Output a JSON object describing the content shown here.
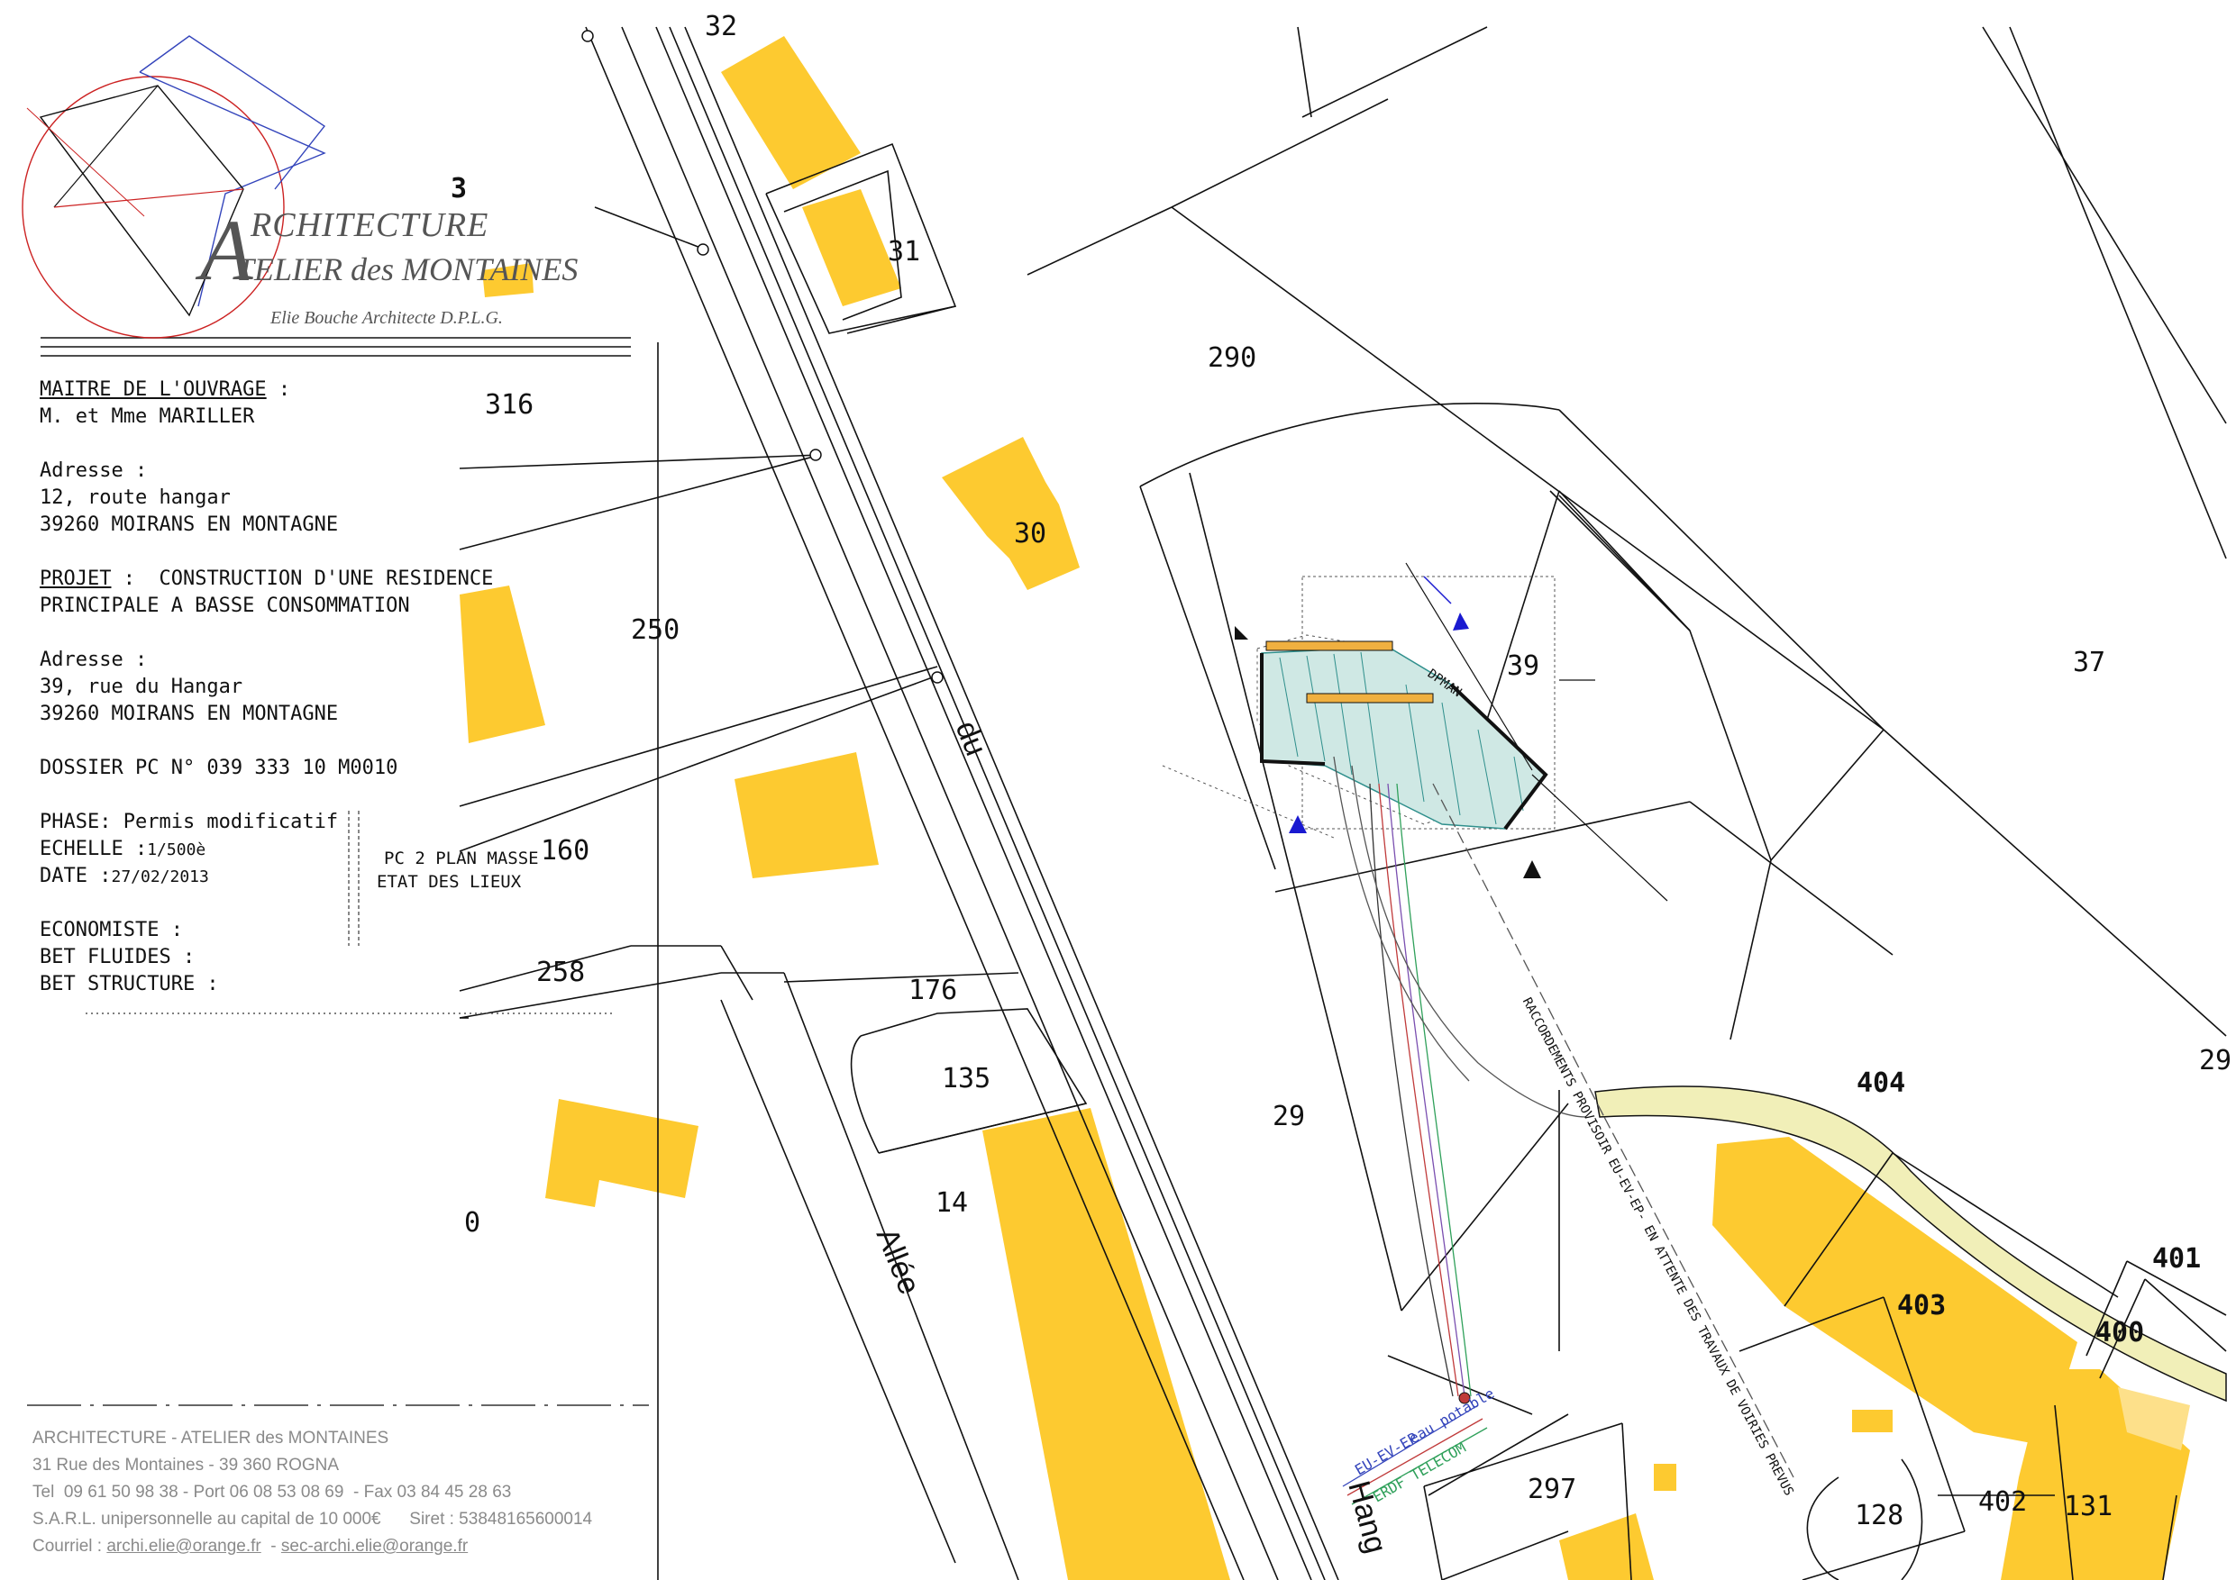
{
  "logo": {
    "line1": "RCHITECTURE",
    "letter": "A",
    "line2": "TELIER des MONTAINES",
    "subtitle": "Elie Bouche Architecte D.P.L.G."
  },
  "cartouche": {
    "maitre_label": "MAITRE DE L'OUVRAGE",
    "maitre_colon": " :",
    "maitre_value": "M. et Mme MARILLER",
    "adresse_label": "Adresse :",
    "adresse_line1": "12, route hangar",
    "adresse_line2": "39260 MOIRANS EN MONTAGNE",
    "projet_label": "PROJET",
    "projet_value1": " :  CONSTRUCTION D'UNE RESIDENCE",
    "projet_value2": "PRINCIPALE A BASSE CONSOMMATION",
    "adresse2_label": "Adresse :",
    "adresse2_line1": "39, rue du Hangar",
    "adresse2_line2": "39260 MOIRANS EN MONTAGNE",
    "dossier": "DOSSIER PC N° 039 333 10 M0010",
    "phase": "PHASE: Permis modificatif",
    "echelle_label": "ECHELLE :",
    "echelle_value": "1/500è",
    "date_label": "DATE :",
    "date_value": "27/02/2013",
    "pc_line1": "PC 2 PLAN MASSE",
    "pc_line2": "ETAT DES LIEUX",
    "economiste": "ECONOMISTE :",
    "bet_fluides": "BET FLUIDES :",
    "bet_structure": "BET STRUCTURE :"
  },
  "footer": {
    "line1": "ARCHITECTURE - ATELIER des MONTAINES",
    "line2": "31 Rue des Montaines - 39 360 ROGNA",
    "line3": "Tel  09 61 50 98 38 - Port 06 08 53 08 69  - Fax 03 84 45 28 63",
    "line4": "S.A.R.L. unipersonnelle au capital de 10 000€      Siret : 53848165600014",
    "courriel_label": "Courriel : ",
    "email1": "archi.elie@orange.fr",
    "sep": "  - ",
    "email2": "sec-archi.elie@orange.fr"
  },
  "parcels": {
    "p32": "32",
    "p31": "31",
    "p316": "316",
    "p290": "290",
    "p30": "30",
    "p250": "250",
    "p39": "39",
    "p37": "37",
    "p160": "160",
    "p258": "258",
    "p176": "176",
    "p135": "135",
    "p29": "29",
    "p404": "404",
    "p14": "14",
    "p403": "403",
    "p401": "401",
    "p400": "400",
    "p297": "297",
    "p128": "128",
    "p402": "402",
    "p131": "131",
    "p29b": "29",
    "p0": "0",
    "p3": "3"
  },
  "streets": {
    "du": "du",
    "allee": "Allée",
    "hang": "Hang",
    "raccord": "RACCORDEMENTS PROVISOIR EU-EV-EP- EN ATTENTE DES TRAVAUX DE VOIRIES PREVUS",
    "eau": "eau potable",
    "euevep": "EU-EV-EP",
    "erdf": "ERDF TELECOM",
    "dpman": "DPMAN"
  },
  "colors": {
    "building": "#fdca30",
    "building_light": "#fde08a",
    "road_band": "#f1efb8",
    "line": "#000000",
    "site_teal": "#2f8f8c",
    "arrow_blue": "#1a1ad0"
  }
}
